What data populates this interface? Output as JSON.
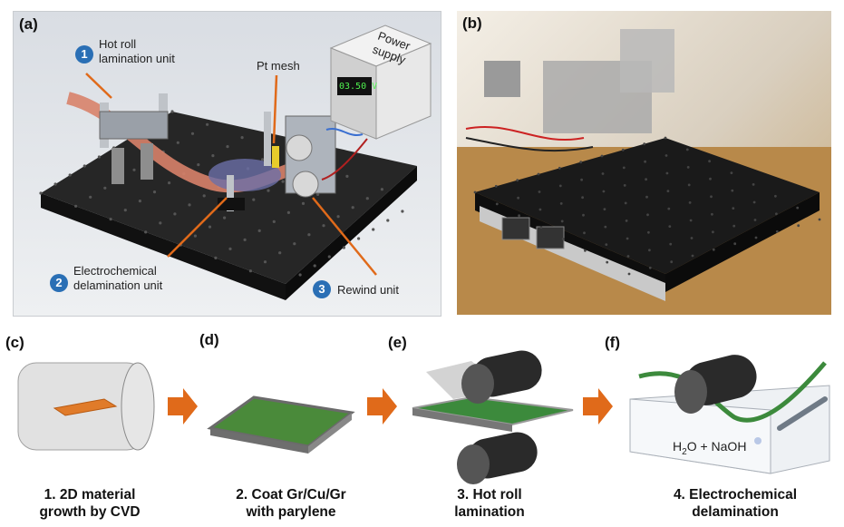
{
  "panels": {
    "a": {
      "label": "(a)",
      "annotations": {
        "hot_roll": "Hot roll\nlamination unit",
        "pt_mesh": "Pt mesh",
        "power_supply": "Power\nsupply",
        "voltage": "03.50 V",
        "electrochemical": "Electrochemical\ndelamination unit",
        "rewind": "Rewind unit"
      },
      "badges": [
        "1",
        "2",
        "3"
      ]
    },
    "b": {
      "label": "(b)"
    },
    "c": {
      "label": "(c)",
      "caption": "1. 2D material\ngrowth by CVD"
    },
    "d": {
      "label": "(d)",
      "caption": "2. Coat Gr/Cu/Gr\nwith parylene"
    },
    "e": {
      "label": "(e)",
      "caption": "3. Hot roll\nlamination"
    },
    "f": {
      "label": "(f)",
      "caption": "4. Electrochemical\ndelamination",
      "solution_h2o": "H",
      "solution_sub": "2",
      "solution_rest": "O + NaOH"
    }
  },
  "colors": {
    "arrow": "#e06a1a",
    "badge": "#2a6fb5",
    "graphene": "#2f8a2f",
    "copper_foil": "#e07b2a",
    "table": "#1e1e1e"
  }
}
